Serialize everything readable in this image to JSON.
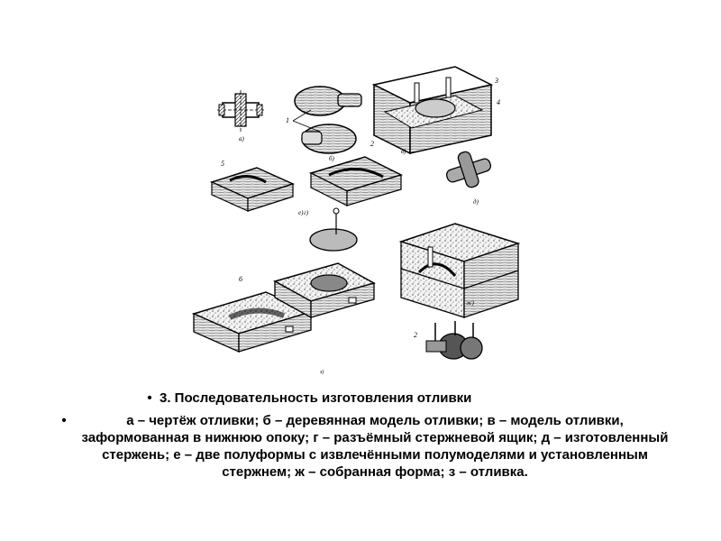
{
  "figure": {
    "labels": {
      "a": "а)",
      "b": "б)",
      "v": "в)",
      "g": "г)",
      "d": "д)",
      "e": "е)",
      "zh": "ж)",
      "z": "з)",
      "n1": "1",
      "n2": "2",
      "n3": "3",
      "n4": "4",
      "n5": "5",
      "n6": "6"
    }
  },
  "caption": {
    "bullet": "•",
    "heading": "3. Последовательность изготовления отливки",
    "body": "а – чертёж отливки; б – деревянная модель отливки; в – модель отливки, заформованная в нижнюю опоку; г – разъёмный стержневой ящик; д – изготовленный стержень; е – две полуформы с извлечёнными полумоделями и установленным стержнем; ж – собранная форма; з – отливка."
  }
}
